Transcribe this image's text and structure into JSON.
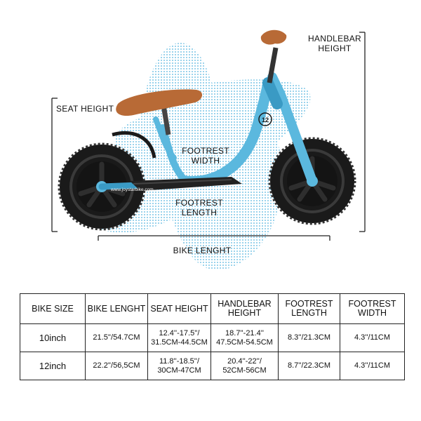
{
  "labels": {
    "handlebar_height": "HANDLEBAR\nHEIGHT",
    "seat_height": "SEAT HEIGHT",
    "footrest_width": "FOOTREST\nWIDTH",
    "footrest_length": "FOOTREST\nLENGTH",
    "bike_length": "BIKE LENGHT",
    "frame_number": "12",
    "brand_text": "www.joystarbike.com"
  },
  "colors": {
    "frame": "#5bb8de",
    "frame_dark": "#3a9ac4",
    "tire": "#1a1a1a",
    "seat": "#b86a36",
    "dots": "#7fc7e6"
  },
  "table": {
    "headers": [
      "BIKE SIZE",
      "BIKE LENGHT",
      "SEAT HEIGHT",
      "HANDLEBAR\nHEIGHT",
      "FOOTREST\nLENGTH",
      "FOOTREST\nWIDTH"
    ],
    "rows": [
      [
        "10inch",
        "21.5''/54.7CM",
        "12.4''-17.5''/\n31.5CM-44.5CM",
        "18.7''-21.4''\n47.5CM-54.5CM",
        "8.3''/21.3CM",
        "4.3''/11CM"
      ],
      [
        "12inch",
        "22.2''/56,5CM",
        "11.8''-18.5''/\n30CM-47CM",
        "20.4''-22''/\n52CM-56CM",
        "8.7''/22.3CM",
        "4.3''/11CM"
      ]
    ]
  }
}
